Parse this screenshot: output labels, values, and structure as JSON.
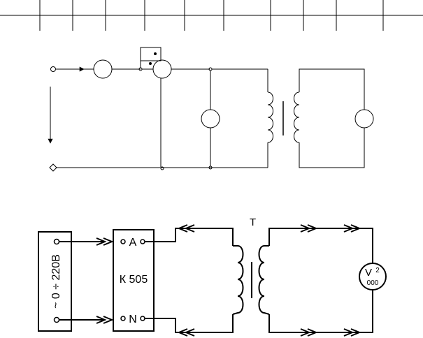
{
  "table": {
    "rows": 2,
    "columns": 11,
    "cells": []
  },
  "wiring_diagram": {
    "transformer_label": "T",
    "source_label": "~ 0 ÷ 220В",
    "meter_unit_name": "К 505",
    "meter_terminal_a": "A",
    "meter_terminal_n": "N",
    "voltmeter_label": "V",
    "voltmeter_subscript": "2",
    "voltmeter_dial": "000"
  }
}
